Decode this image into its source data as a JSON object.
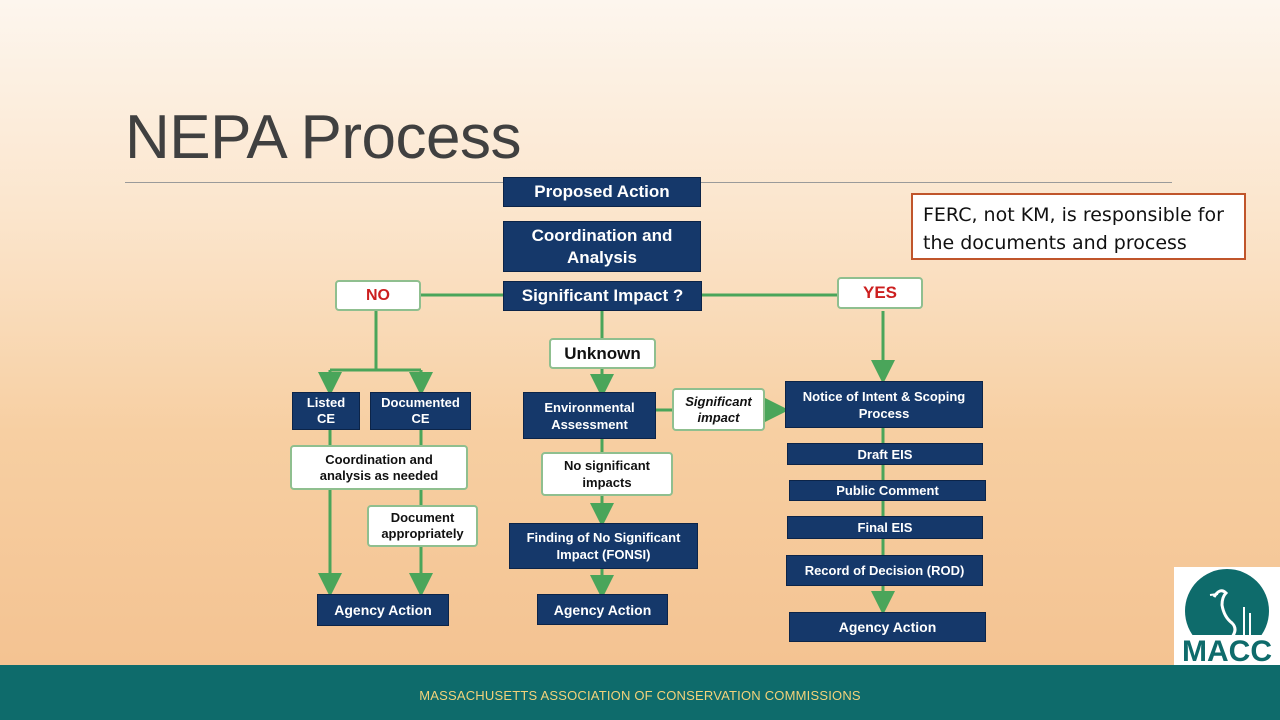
{
  "slide": {
    "title": "NEPA Process",
    "note": "FERC, not KM, is responsible for the documents and process",
    "footer": "MASSACHUSETTS ASSOCIATION OF CONSERVATION COMMISSIONS",
    "logo_text": "MACC"
  },
  "flowchart": {
    "proposed_action": "Proposed Action",
    "coordination_analysis": "Coordination and Analysis",
    "significant_impact_q": "Significant Impact ?",
    "no": "NO",
    "yes": "YES",
    "unknown": "Unknown",
    "listed_ce": "Listed CE",
    "documented_ce": "Documented CE",
    "coordination_as_needed": "Coordination and analysis as needed",
    "document_appropriately": "Document appropriately",
    "agency_action_left": "Agency Action",
    "environmental_assessment": "Environmental Assessment",
    "significant_impact_italic": "Significant impact",
    "no_significant_impacts": "No significant impacts",
    "fonsi": "Finding of No Significant Impact (FONSI)",
    "agency_action_middle": "Agency Action",
    "notice_of_intent": "Notice of Intent & Scoping Process",
    "draft_eis": "Draft EIS",
    "public_comment": "Public Comment",
    "final_eis": "Final EIS",
    "rod": "Record of Decision (ROD)",
    "agency_action_right": "Agency Action"
  },
  "colors": {
    "box_dark": "#15386a",
    "arrow_green": "#4aa55a",
    "footer": "#0e6b6b",
    "note_border": "#c0552b"
  }
}
